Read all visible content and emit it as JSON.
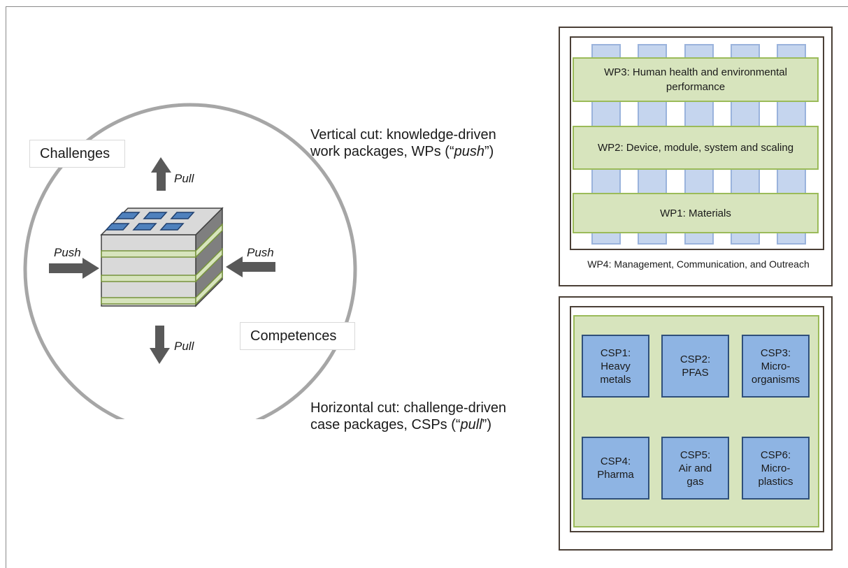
{
  "left_diagram": {
    "challenges_label": "Challenges",
    "competences_label": "Competences",
    "arrow_labels": {
      "top": "Pull",
      "bottom": "Pull",
      "left": "Push",
      "right": "Push"
    }
  },
  "vertical_cut": {
    "line1": "Vertical cut: knowledge-driven",
    "line2_prefix": "work packages, WPs (“",
    "line2_emph": "push",
    "line2_suffix": "”)"
  },
  "horizontal_cut": {
    "line1": "Horizontal cut: challenge-driven",
    "line2_prefix": "case packages, CSPs (“",
    "line2_emph": "pull",
    "line2_suffix": "”)"
  },
  "wp_panel": {
    "wp3": "WP3: Human health and environmental performance",
    "wp2": "WP2: Device, module, system and scaling",
    "wp1": "WP1: Materials",
    "wp4": "WP4: Management, Communication, and Outreach"
  },
  "csp_panel": {
    "items": [
      "CSP1:\nHeavy\nmetals",
      "CSP2:\nPFAS",
      "CSP3:\nMicro-\norganisms",
      "CSP4:\nPharma",
      "CSP5:\nAir and\ngas",
      "CSP6:\nMicro-\nplastics"
    ]
  },
  "colors": {
    "green_fill": "#d7e4bd",
    "green_border": "#9bbb59",
    "blue_fill": "#8eb4e3",
    "blue_border": "#2f4f7a",
    "column_fill": "#c5d5ee",
    "panel_border": "#4a3f36",
    "arrow": "#595959",
    "circle": "#a6a6a6"
  }
}
